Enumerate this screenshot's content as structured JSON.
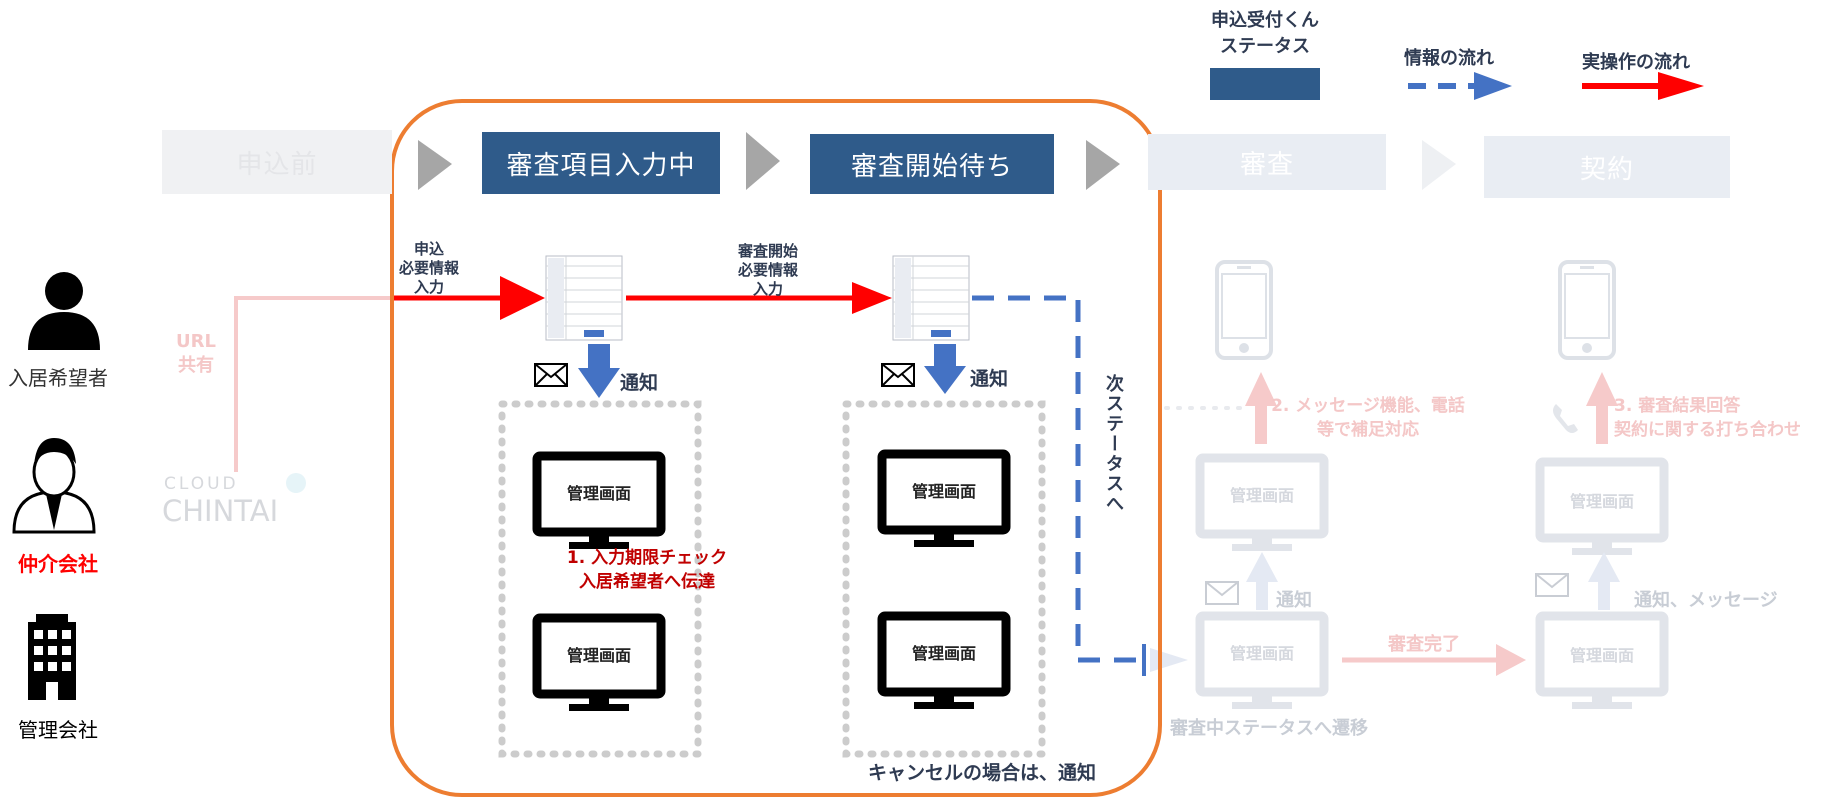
{
  "legend": {
    "status_label": "申込受付くん\nステータス",
    "info_flow": "情報の流れ",
    "actual_flow": "実操作の流れ",
    "colors": {
      "status": "#2f5b8a",
      "info": "#4472c4",
      "actual": "#ff0000"
    }
  },
  "stages": [
    {
      "label": "申込前",
      "state": "inactive"
    },
    {
      "label": "審査項目入力中",
      "state": "active"
    },
    {
      "label": "審査開始待ち",
      "state": "active"
    },
    {
      "label": "審査",
      "state": "inactive"
    },
    {
      "label": "契約",
      "state": "inactive"
    }
  ],
  "actors": {
    "applicant": "入居希望者",
    "broker": "仲介会社",
    "management": "管理会社"
  },
  "labels": {
    "url_share": "URL\n共有",
    "input_required": "申込\n必要情報\n入力",
    "review_start_input": "審査開始\n必要情報\n入力",
    "notify": "通知",
    "next_status": "次ステータスへ",
    "admin_screen": "管理画面",
    "deadline_check": "1. 入力期限チェック\n入居希望者へ伝達",
    "cancel_notice": "キャンセルの場合は、通知",
    "message_support": "2. メッセージ機能、電話\n等で補足対応",
    "review_result": "3. 審査結果回答\n契約に関する打ち合わせ",
    "notify_message": "通知、メッセージ",
    "review_complete": "審査完了",
    "transition_to_review": "審査中ステータスへ遷移",
    "cloud_logo_line1": "CLOUD",
    "cloud_logo_line2": "CHINTAI"
  }
}
